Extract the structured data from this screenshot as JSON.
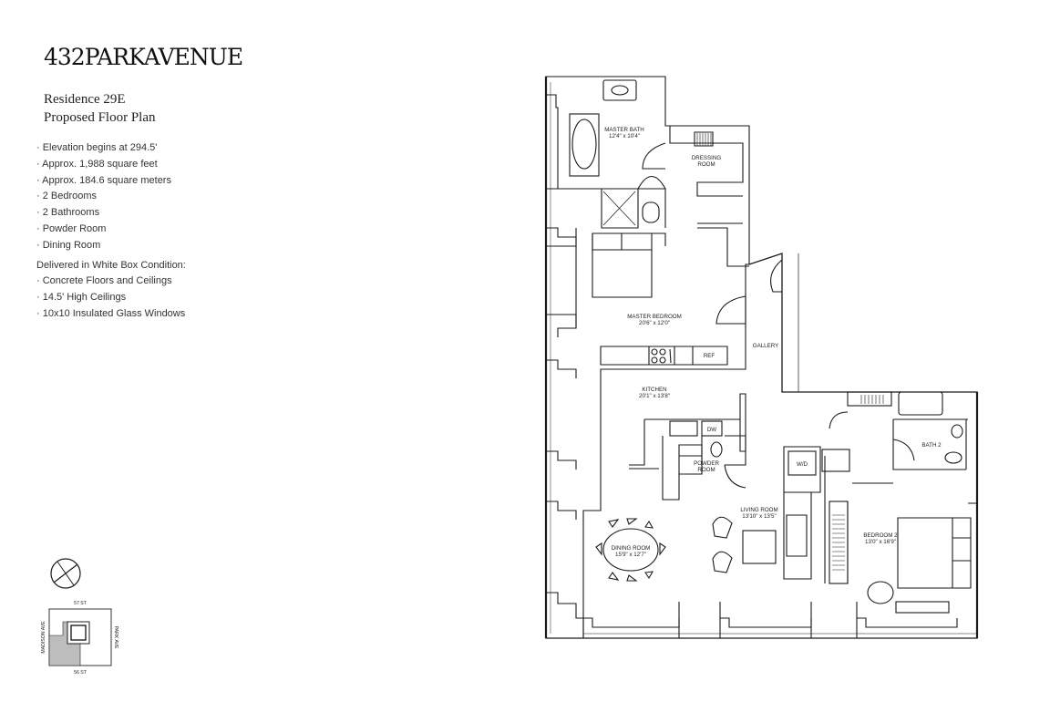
{
  "brand": {
    "logo_text": "432PARKAVENUE"
  },
  "heading": {
    "residence": "Residence 29E",
    "subtitle": "Proposed Floor Plan"
  },
  "specs": [
    "· Elevation begins at 294.5'",
    "· Approx. 1,988 square feet",
    "· Approx. 184.6 square meters",
    "· 2 Bedrooms",
    "· 2 Bathrooms",
    "· Powder Room",
    "· Dining Room"
  ],
  "delivered": {
    "title": "Delivered in White Box Condition:",
    "items": [
      "· Concrete Floors and Ceilings",
      "· 14.5' High Ceilings",
      "· 10x10 Insulated Glass Windows"
    ]
  },
  "rooms": {
    "master_bath": {
      "name": "MASTER BATH",
      "dims": "12'4\" x 10'4\""
    },
    "dressing_room": {
      "line1": "DRESSING",
      "line2": "ROOM"
    },
    "master_bedroom": {
      "name": "MASTER BEDROOM",
      "dims": "20'6\" x 12'0\""
    },
    "ref": "REF",
    "gallery": "GALLERY",
    "kitchen": {
      "name": "KITCHEN",
      "dims": "20'1\" x 13'8\""
    },
    "dw": "DW",
    "powder_room": {
      "line1": "POWDER",
      "line2": "ROOM"
    },
    "wd": "W/D",
    "bath2": "BATH 2",
    "living_room": {
      "name": "LIVING ROOM",
      "dims": "13'10\" x 13'5\""
    },
    "dining_room": {
      "name": "DINING ROOM",
      "dims": "15'9\" x 12'7\""
    },
    "bedroom2": {
      "name": "BEDROOM 2",
      "dims": "13'0\" x 16'9\""
    }
  },
  "site_map": {
    "north_street": "57 ST",
    "south_street": "56 ST",
    "west_avenue": "MADISON AVE",
    "east_avenue": "PARK AVE"
  },
  "colors": {
    "line": "#1a1a1a",
    "site_fill": "#bdbdbd",
    "background": "#ffffff"
  }
}
